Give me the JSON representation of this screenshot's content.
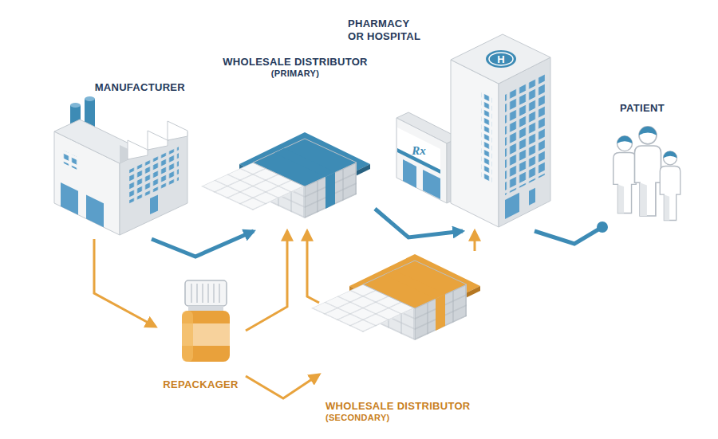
{
  "diagram": {
    "nodes": [
      {
        "text": [
          "MANUFACTURER"
        ]
      },
      {
        "text": [
          "WHOLESALE DISTRIBUTOR",
          "(PRIMARY)"
        ]
      },
      {
        "text": [
          "PHARMACY OR HOSPITAL"
        ]
      },
      {
        "text": [
          "PATIENT"
        ]
      },
      {
        "text": [
          "REPACKAGER"
        ]
      },
      {
        "text": [
          "WHOLESALE DISTRIBUTOR",
          "(SECONDARY)"
        ]
      }
    ],
    "edges": [
      {
        "from": 0,
        "to": 1,
        "arrow": "to"
      },
      {
        "from": 1,
        "to": 2,
        "arrow": "to"
      },
      {
        "from": 2,
        "to": 3,
        "arrow": "none"
      },
      {
        "from": 0,
        "to": 4,
        "arrow": "to"
      },
      {
        "from": 4,
        "to": 1,
        "arrow": "to"
      },
      {
        "from": 4,
        "to": 5,
        "arrow": "to"
      },
      {
        "from": 5,
        "to": 1,
        "arrow": "to"
      },
      {
        "from": 5,
        "to": 2,
        "arrow": "to"
      }
    ],
    "labels": [
      "Rx",
      "H"
    ]
  }
}
